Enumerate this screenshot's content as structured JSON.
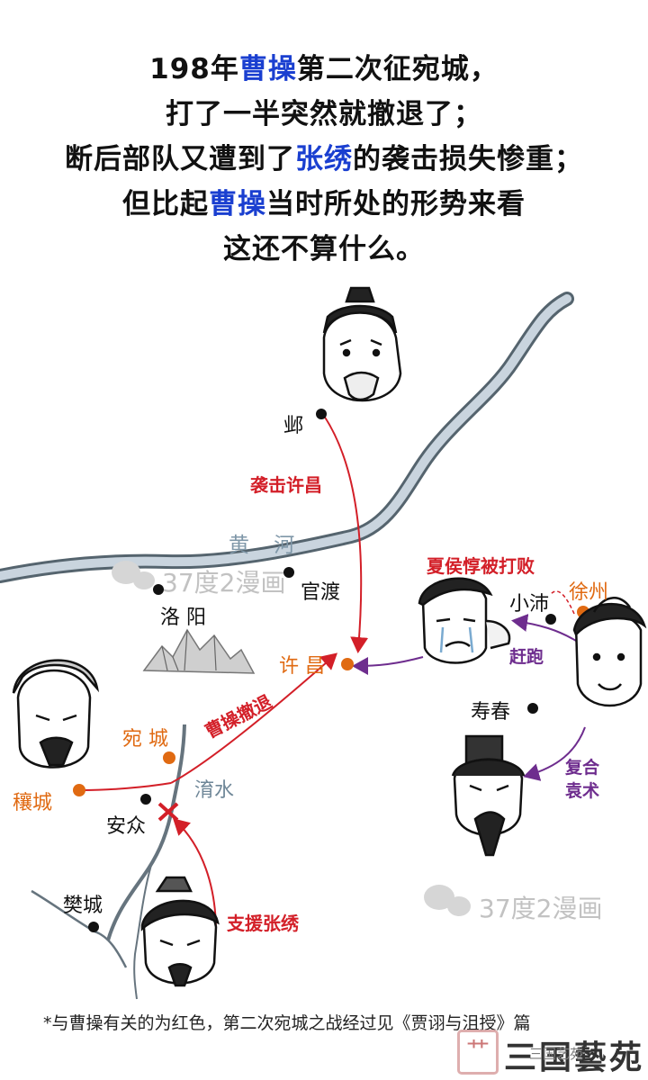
{
  "intro": {
    "line1": {
      "year": "198年",
      "name": "曹操",
      "rest": "第二次征宛城，"
    },
    "line2": "打了一半突然就撤退了；",
    "line3": {
      "pre": "断后部队又遭到了",
      "name": "张绣",
      "rest": "的袭击损失惨重；"
    },
    "line4": {
      "pre": "但比起",
      "name": "曹操",
      "rest": "当时所处的形势来看"
    },
    "line5": "这还不算什么。"
  },
  "map": {
    "rivers": {
      "huanghe": "黄 河",
      "yushui": "淯水"
    },
    "cities": {
      "ye": "邺",
      "guandu": "官渡",
      "luoyang": "洛 阳",
      "xuchang": "许 昌",
      "xiaopei": "小沛",
      "xuzhou": "徐州",
      "shouchun": "寿春",
      "wancheng": "宛 城",
      "rangcheng": "穰城",
      "anzhong": "安众",
      "fancheng": "樊城"
    },
    "events": {
      "attack_xuchang": "袭击许昌",
      "retreat": "曹操撤退",
      "support": "支援张绣",
      "defeated": "夏侯惇被打败",
      "flee": "赶跑",
      "ally": [
        "复合",
        "袁术"
      ]
    },
    "watermarks": [
      "37度2漫画",
      "37度2漫画"
    ],
    "colors": {
      "caocao_related": "#d31f28",
      "others": "#6e2d8e",
      "highlight": "#e06a12",
      "river": "#8a9aa8"
    }
  },
  "footer": {
    "note": "*与曹操有关的为红色，第二次宛城之战经过见《贾诩与沮授》篇",
    "brand": "三国藝苑",
    "brand_sub": "三国艺苑"
  }
}
